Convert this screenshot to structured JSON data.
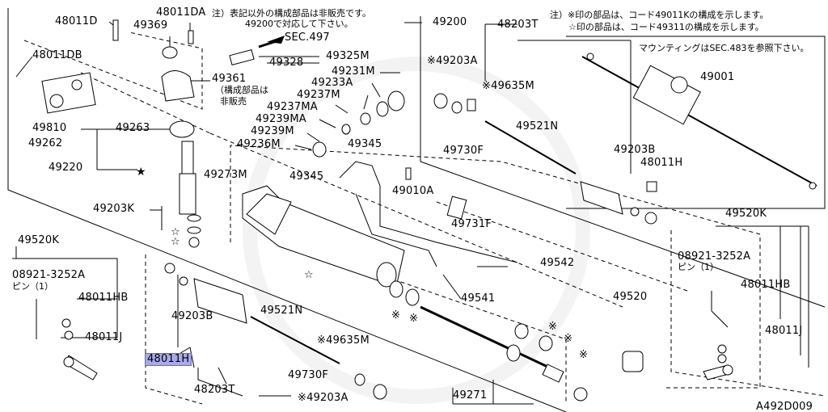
{
  "notes": {
    "top_center": [
      "注）表記以外の構成部品は非販売です。",
      "49200で対応して下さい。"
    ],
    "top_right": [
      "注）※印の部品は、コード49011Kの構成を示します。",
      "☆印の部品は、コード49311の構成を示します。"
    ],
    "mounting": "マウンティングはSEC.483を参照下さい。",
    "not_sold": [
      "（構成部品は",
      "非販売"
    ],
    "sec_ref": "SEC.497",
    "pin_left": "ピン（1）",
    "pin_right": "ピン（1）"
  },
  "labels": {
    "p48011D": "48011D",
    "p48011DA": "48011DA",
    "p49369": "49369",
    "p48011DB": "48011DB",
    "p49328": "49328",
    "p49325M": "49325M",
    "p49361": "49361",
    "p49810": "49810",
    "p49262": "49262",
    "p49263": "49263",
    "p49220": "49220",
    "p49231M": "49231M",
    "p49233A": "49233A",
    "p49237M": "49237M",
    "p49237MA": "49237MA",
    "p49239MA": "49239MA",
    "p49239M": "49239M",
    "p49236M": "49236M",
    "p49273M": "49273M",
    "p49203K": "49203K",
    "p49345a": "49345",
    "p49345b": "49345",
    "p49010A": "49010A",
    "p49731F": "49731F",
    "p49542": "49542",
    "p49541": "49541",
    "p49200": "49200",
    "p48203Ttop": "48203T",
    "p49203Atop": "※49203A",
    "p49635Mtop": "※49635M",
    "p49730Ftop": "49730F",
    "p49521Ntop": "49521N",
    "p49203Btop": "49203B",
    "p48011Htop": "48011H",
    "p49001": "49001",
    "p49520Kleft": "49520K",
    "p08921left": "08921-3252A",
    "p48011HBleft": "48011HB",
    "p48011Jleft": "48011J",
    "p48011Hleft": "48011H",
    "p49203Bleft": "49203B",
    "p49521Nmid": "49521N",
    "p49635Mmid": "※49635M",
    "p49730Fmid": "49730F",
    "p48203Tmid": "48203T",
    "p49203Amid": "※49203A",
    "p49271": "49271",
    "p49520": "49520",
    "p49520Kright": "49520K",
    "p08921right": "08921-3252A",
    "p48011HBright": "48011HB",
    "p48011Jright": "48011J",
    "code": "A492D009"
  },
  "colors": {
    "line": "#000000",
    "highlight": "#a9a9e9"
  }
}
